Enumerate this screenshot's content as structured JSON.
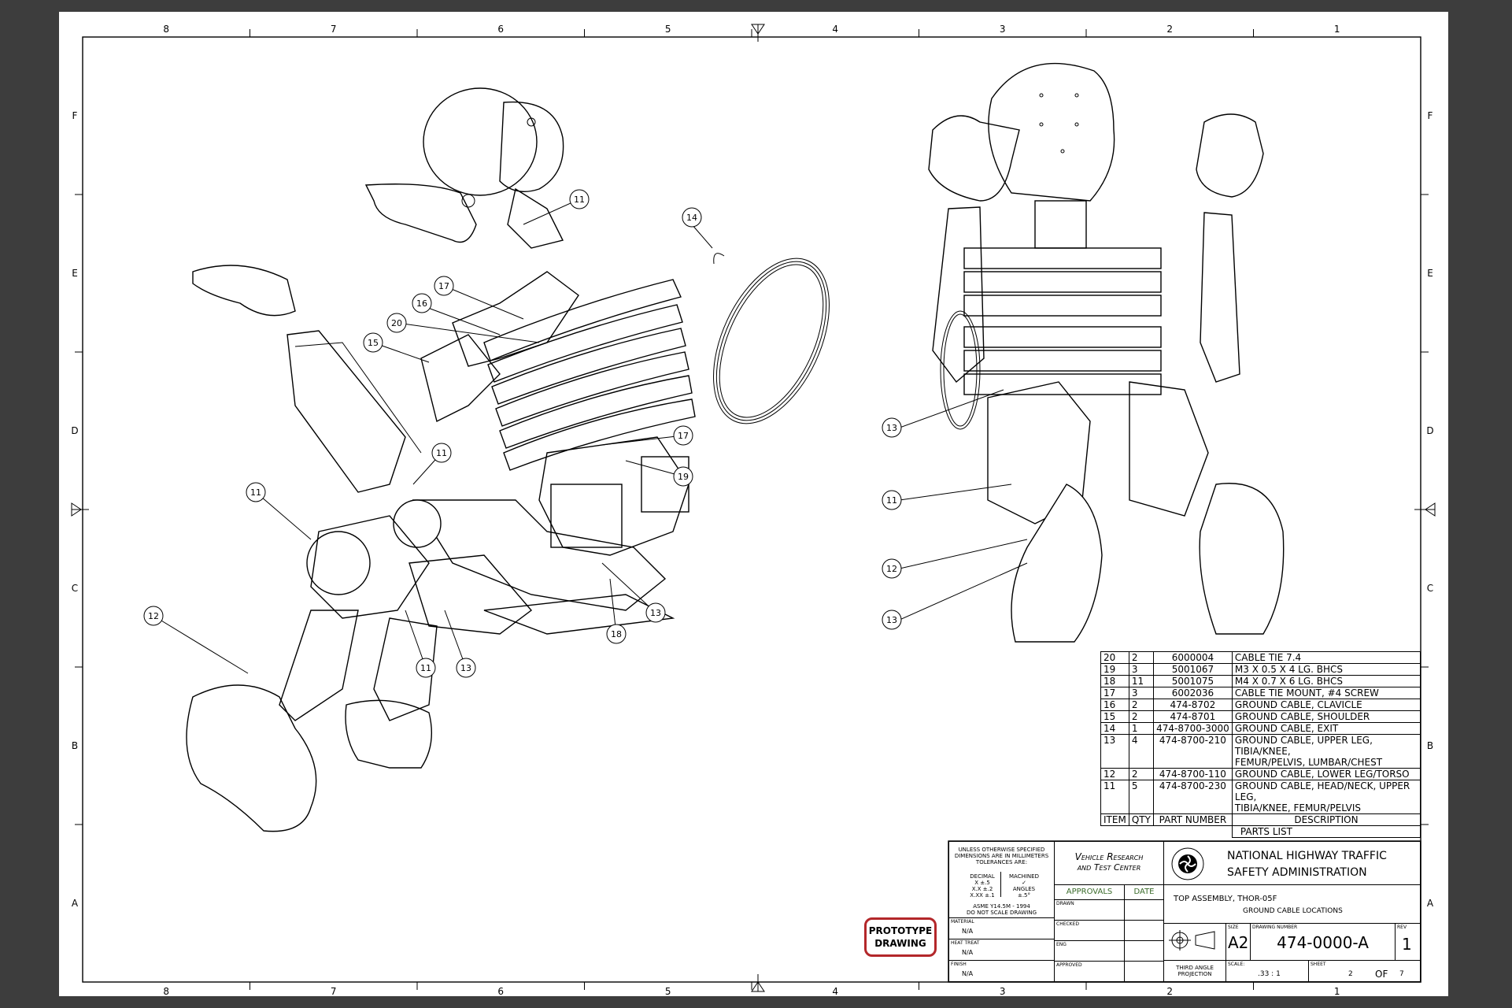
{
  "zones": {
    "columns": [
      "8",
      "7",
      "6",
      "5",
      "4",
      "3",
      "2",
      "1"
    ],
    "rows": [
      "F",
      "E",
      "D",
      "C",
      "B",
      "A"
    ]
  },
  "balloons": {
    "left_view": [
      "11",
      "14",
      "17",
      "16",
      "20",
      "15",
      "11",
      "11",
      "12",
      "17",
      "19",
      "13",
      "18",
      "11",
      "13"
    ],
    "right_view": [
      "13",
      "11",
      "12",
      "13"
    ]
  },
  "parts_list": {
    "title": "PARTS LIST",
    "headers": [
      "ITEM",
      "QTY",
      "PART NUMBER",
      "DESCRIPTION"
    ],
    "rows": [
      {
        "item": "20",
        "qty": "2",
        "part": "6000004",
        "desc": "CABLE TIE 7.4"
      },
      {
        "item": "19",
        "qty": "3",
        "part": "5001067",
        "desc": "M3 X 0.5 X 4 LG. BHCS"
      },
      {
        "item": "18",
        "qty": "11",
        "part": "5001075",
        "desc": "M4 X 0.7 X 6 LG. BHCS"
      },
      {
        "item": "17",
        "qty": "3",
        "part": "6002036",
        "desc": "CABLE TIE MOUNT, #4 SCREW"
      },
      {
        "item": "16",
        "qty": "2",
        "part": "474-8702",
        "desc": "GROUND CABLE, CLAVICLE"
      },
      {
        "item": "15",
        "qty": "2",
        "part": "474-8701",
        "desc": "GROUND CABLE, SHOULDER"
      },
      {
        "item": "14",
        "qty": "1",
        "part": "474-8700-3000",
        "desc": "GROUND CABLE, EXIT"
      },
      {
        "item": "13",
        "qty": "4",
        "part": "474-8700-210",
        "desc": "GROUND CABLE, UPPER LEG, TIBIA/KNEE,\nFEMUR/PELVIS, LUMBAR/CHEST"
      },
      {
        "item": "12",
        "qty": "2",
        "part": "474-8700-110",
        "desc": "GROUND CABLE, LOWER LEG/TORSO"
      },
      {
        "item": "11",
        "qty": "5",
        "part": "474-8700-230",
        "desc": "GROUND CABLE, HEAD/NECK, UPPER LEG,\nTIBIA/KNEE, FEMUR/PELVIS"
      }
    ]
  },
  "title_block": {
    "tolerance_lines": [
      "UNLESS OTHERWISE SPECIFIED",
      "DIMENSIONS ARE IN MILLIMETERS",
      "TOLERANCES ARE:"
    ],
    "decimal_label": "DECIMAL",
    "decimal_values": [
      "X  ±.5",
      "X.X  ±.2",
      "X.XX  ±.1"
    ],
    "machined_label": "MACHINED",
    "angles_label": "ANGLES",
    "angles_value": "±.5°",
    "asme": "ASME Y14.5M - 1994",
    "do_not_scale": "DO NOT SCALE DRAWING",
    "material_label": "MATERIAL",
    "material_value": "N/A",
    "heat_treat_label": "HEAT TREAT",
    "heat_treat_value": "N/A",
    "finish_label": "FINISH",
    "finish_value": "N/A",
    "vrtc_line1": "Vehicle Research",
    "vrtc_line2": "and Test Center",
    "approvals": "APPROVALS",
    "date": "DATE",
    "drawn": "DRAWN",
    "checked": "CHECKED",
    "eng": "ENG",
    "approved": "APPROVED",
    "agency_line1": "NATIONAL HIGHWAY TRAFFIC",
    "agency_line2": "SAFETY ADMINISTRATION",
    "title_line1": "TOP ASSEMBLY, THOR-05F",
    "title_line2": "GROUND CABLE LOCATIONS",
    "size_label": "SIZE",
    "size_value": "A2",
    "drawing_number_label": "DRAWING NUMBER",
    "drawing_number": "474-0000-A",
    "rev_label": "REV",
    "rev_value": "1",
    "projection_line1": "THIRD ANGLE",
    "projection_line2": "PROJECTION",
    "scale_label": "SCALE:",
    "scale_value": ".33 : 1",
    "sheet_label": "SHEET",
    "sheet_value": "2",
    "of_label": "OF",
    "of_value": "7"
  },
  "stamp": {
    "line1": "PROTOTYPE",
    "line2": "DRAWING",
    "color": "#b3272a"
  }
}
